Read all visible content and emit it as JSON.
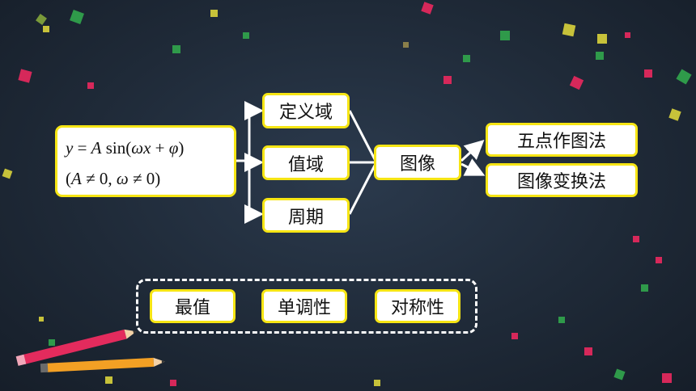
{
  "formula": {
    "line1_parts": [
      "y",
      " = ",
      "A",
      " sin(",
      "ωx",
      " + ",
      "φ",
      ")"
    ],
    "line2_parts": [
      "(",
      "A",
      " ≠ 0, ",
      "ω",
      " ≠ 0)"
    ]
  },
  "branch_nodes": [
    {
      "label": "定义域"
    },
    {
      "label": "值域"
    },
    {
      "label": "周期"
    }
  ],
  "center_node": {
    "label": "图像"
  },
  "right_nodes": [
    {
      "label": "五点作图法"
    },
    {
      "label": "图像变换法"
    }
  ],
  "property_nodes": [
    {
      "label": "最值"
    },
    {
      "label": "单调性"
    },
    {
      "label": "对称性"
    }
  ],
  "colors": {
    "node_border": "#f6e514",
    "node_fill": "#ffffff",
    "connector": "#ffffff",
    "background": "#1f2a38"
  }
}
